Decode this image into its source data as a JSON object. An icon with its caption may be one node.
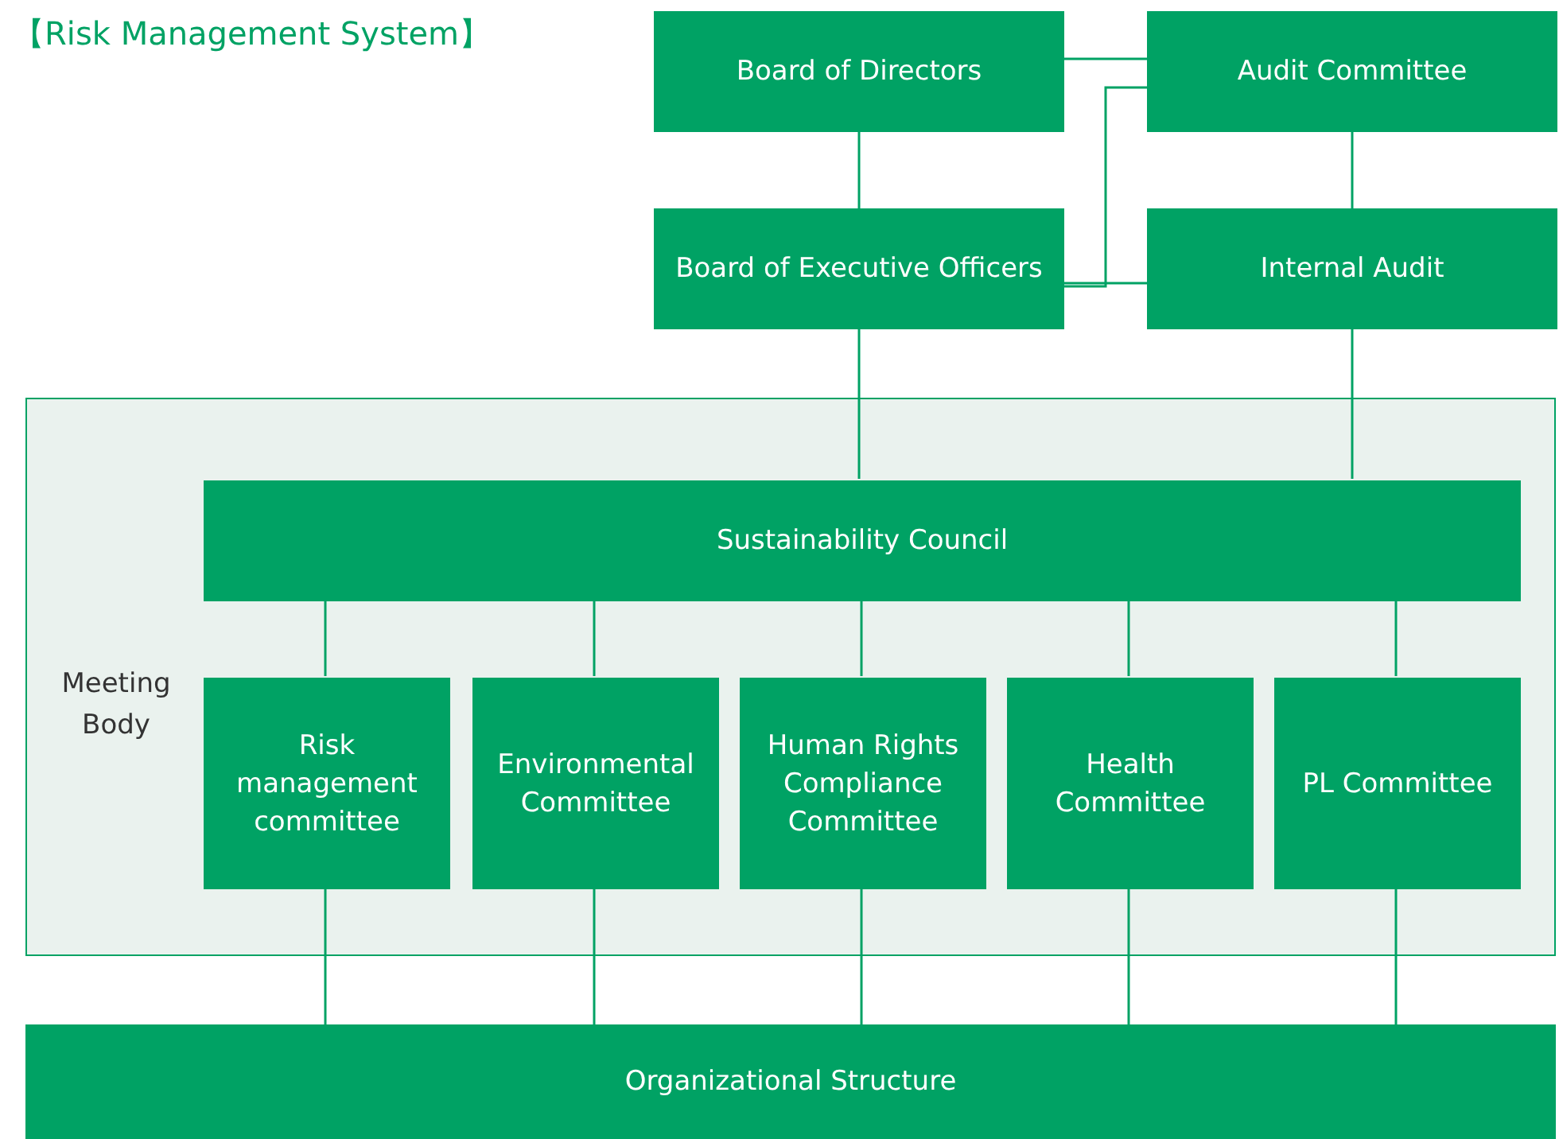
{
  "diagram": {
    "title": "【Risk Management System】",
    "nodes": [
      {
        "text": [
          "Board of Directors"
        ]
      },
      {
        "text": [
          "Audit Committee"
        ]
      },
      {
        "text": [
          "Board of Executive Officers"
        ]
      },
      {
        "text": [
          "Internal Audit"
        ]
      },
      {
        "text": [
          "Meeting Body"
        ]
      },
      {
        "text": [
          "Sustainability Council"
        ],
        "in": 4
      },
      {
        "text": [
          "Risk management committee"
        ],
        "in": 4
      },
      {
        "text": [
          "Environmental Committee"
        ],
        "in": 4
      },
      {
        "text": [
          "Human Rights Compliance Committee"
        ],
        "in": 4
      },
      {
        "text": [
          "Health Committee"
        ],
        "in": 4
      },
      {
        "text": [
          "PL Committee"
        ],
        "in": 4
      },
      {
        "text": [
          "Organizational Structure"
        ]
      }
    ],
    "edges": [
      {
        "from": 0,
        "to": 1,
        "arrow": "none"
      },
      {
        "from": 0,
        "to": 2,
        "arrow": "none"
      },
      {
        "from": 2,
        "to": 1,
        "arrow": "none"
      },
      {
        "from": 2,
        "to": 3,
        "arrow": "none"
      },
      {
        "from": 1,
        "to": 3,
        "arrow": "none"
      },
      {
        "from": 2,
        "to": 5,
        "arrow": "none"
      },
      {
        "from": 3,
        "to": 5,
        "arrow": "none"
      },
      {
        "from": 5,
        "to": 6,
        "arrow": "none"
      },
      {
        "from": 5,
        "to": 7,
        "arrow": "none"
      },
      {
        "from": 5,
        "to": 8,
        "arrow": "none"
      },
      {
        "from": 5,
        "to": 9,
        "arrow": "none"
      },
      {
        "from": 5,
        "to": 10,
        "arrow": "none"
      },
      {
        "from": 6,
        "to": 11,
        "arrow": "none"
      },
      {
        "from": 7,
        "to": 11,
        "arrow": "none"
      },
      {
        "from": 8,
        "to": 11,
        "arrow": "none"
      },
      {
        "from": 9,
        "to": 11,
        "arrow": "none"
      },
      {
        "from": 10,
        "to": 11,
        "arrow": "none"
      }
    ]
  }
}
